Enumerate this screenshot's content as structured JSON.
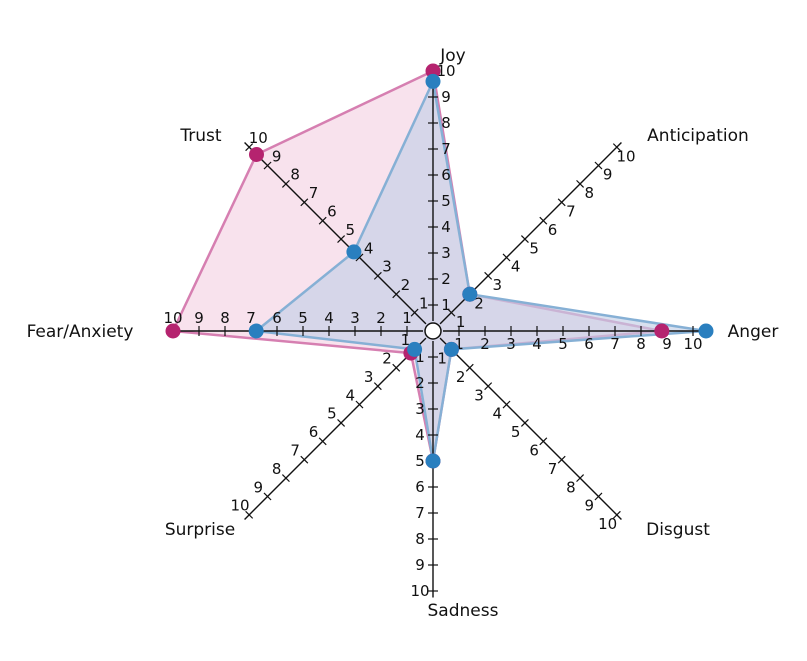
{
  "chart_data": {
    "type": "radar",
    "axes": [
      "Joy",
      "Anticipation",
      "Anger",
      "Disgust",
      "Sadness",
      "Surprise",
      "Fear/Anxiety",
      "Trust"
    ],
    "ticks": [
      "1",
      "2",
      "3",
      "4",
      "5",
      "6",
      "7",
      "8",
      "9",
      "10"
    ],
    "range": [
      0,
      10
    ],
    "grid": false,
    "legend": "none",
    "series": [
      {
        "color": "#b5236f",
        "fill": "#f4d3e4",
        "line": "#d67fb1",
        "values": [
          10,
          2,
          8.8,
          1,
          5,
          1.2,
          10,
          9.6
        ]
      },
      {
        "color": "#2a7fbf",
        "fill": "#c3cfe6",
        "line": "#86b0d5",
        "values": [
          9.6,
          2,
          10.5,
          1,
          5,
          1,
          6.8,
          4.3
        ]
      }
    ]
  }
}
